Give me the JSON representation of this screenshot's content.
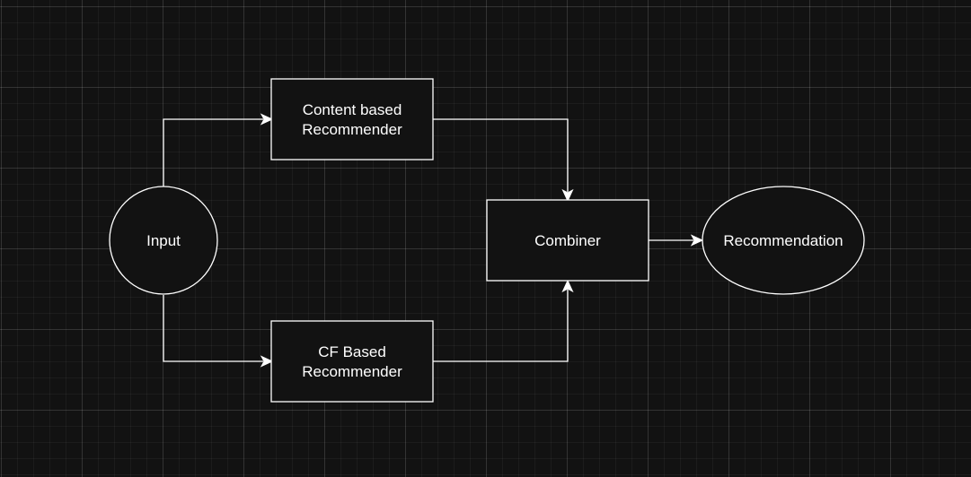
{
  "diagram": {
    "nodes": {
      "input": {
        "label": "Input"
      },
      "content_based": {
        "label_line1": "Content based",
        "label_line2": "Recommender"
      },
      "cf_based": {
        "label_line1": "CF Based",
        "label_line2": "Recommender"
      },
      "combiner": {
        "label": "Combiner"
      },
      "recommendation": {
        "label": "Recommendation"
      }
    },
    "colors": {
      "background": "#121212",
      "stroke": "#ffffff",
      "text": "#ffffff"
    }
  }
}
